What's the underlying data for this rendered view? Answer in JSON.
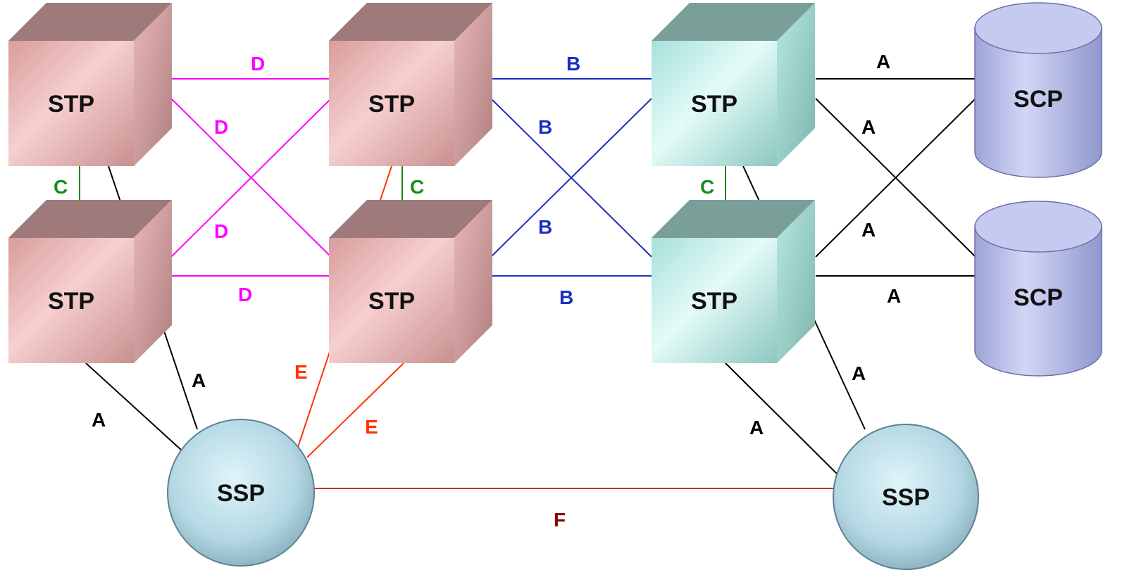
{
  "node_labels": {
    "stp": "STP",
    "scp": "SCP",
    "ssp": "SSP"
  },
  "link_labels": {
    "a": "A",
    "b": "B",
    "c": "C",
    "d": "D",
    "e": "E",
    "f": "F"
  },
  "colors": {
    "a_link": "#000000",
    "b_link": "#1a2fc0",
    "c_link": "#1a8a1a",
    "d_link": "#ff00ff",
    "e_link": "#ff3300",
    "f_link": "#cc3300",
    "f_label": "#8b0000",
    "stp_pink_front": "#e8b4b4",
    "stp_pink_top": "#9e7a7a",
    "stp_cyan_front": "#bdeee8",
    "stp_cyan_top": "#7a9e98",
    "scp_body": "#aab0e0",
    "ssp_body": "#b8dde8"
  }
}
